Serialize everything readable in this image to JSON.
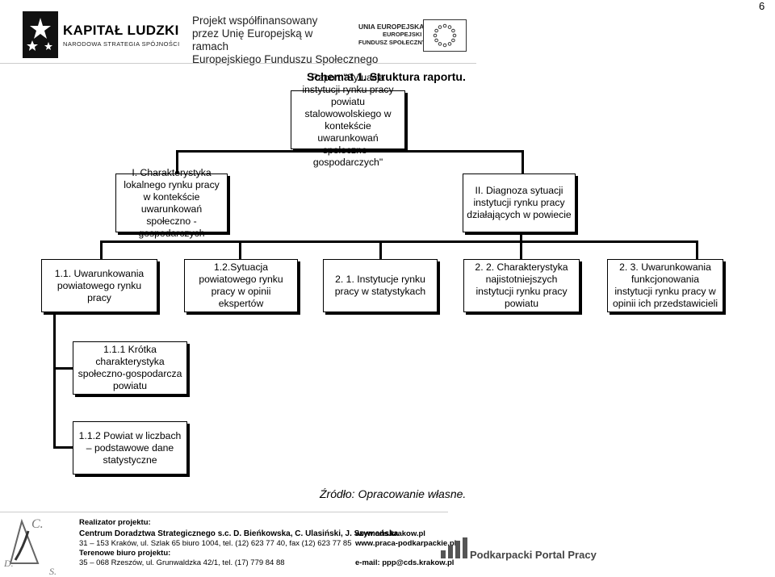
{
  "page_number": "6",
  "header": {
    "kl_title": "KAPITAŁ LUDZKI",
    "kl_subtitle": "NARODOWA STRATEGIA SPÓJNOŚCI",
    "project_line1": "Projekt współfinansowany",
    "project_line2": "przez Unię Europejską w ramach",
    "project_line3": "Europejskiego Funduszu Społecznego",
    "eu_line1": "UNIA EUROPEJSKA",
    "eu_line2": "EUROPEJSKI",
    "eu_line3": "FUNDUSZ SPOŁECZNY"
  },
  "diagram": {
    "heading": "Schemat 1. Struktura raportu.",
    "root": "Raport \"Sytuacja instytucji rynku pracy powiatu stalowowolskiego w kontekście uwarunkowań społeczno - gospodarczych\"",
    "section_1": "I. Charakterystyka lokalnego rynku pracy w kontekście uwarunkowań społeczno - gospodarczych",
    "section_2": "II. Diagnoza sytuacji instytucji rynku pracy działających w powiecie",
    "node_1_1": "1.1. Uwarunkowania powiatowego rynku pracy",
    "node_1_2": "1.2.Sytuacja powiatowego rynku pracy w opinii ekspertów",
    "node_2_1": "2. 1. Instytucje rynku pracy w statystykach",
    "node_2_2": "2. 2. Charakterystyka najistotniejszych instytucji rynku pracy powiatu",
    "node_2_3": "2. 3. Uwarunkowania funkcjonowania instytucji rynku pracy w opinii ich przedstawicieli",
    "node_1_1_1": "1.1.1 Krótka charakterystyka społeczno-gospodarcza powiatu",
    "node_1_1_2": "1.1.2 Powiat w liczbach – podstawowe dane statystyczne",
    "source": "Źródło: Opracowanie własne."
  },
  "footer": {
    "realizator_label": "Realizator projektu:",
    "realizator_name": "Centrum Doradztwa Strategicznego s.c. D. Bieńkowska, C. Ulasiński, J. Szymańska",
    "address": "31 – 153 Kraków, ul. Szlak 65 biuro 1004, tel. (12) 623 77 40, fax (12) 623 77 85",
    "office_label": "Terenowe biuro projektu:",
    "office_address": "35 – 068 Rzeszów, ul. Grunwaldzka 42/1, tel. (17) 779 84 88",
    "url1": "www.cds.krakow.pl",
    "url2": "www.praca-podkarpackie.pl",
    "email": "e-mail: ppp@cds.krakow.pl",
    "portal_name": "Podkarpacki Portal Pracy",
    "cds_letters": [
      "C.",
      "D.",
      "S."
    ]
  }
}
